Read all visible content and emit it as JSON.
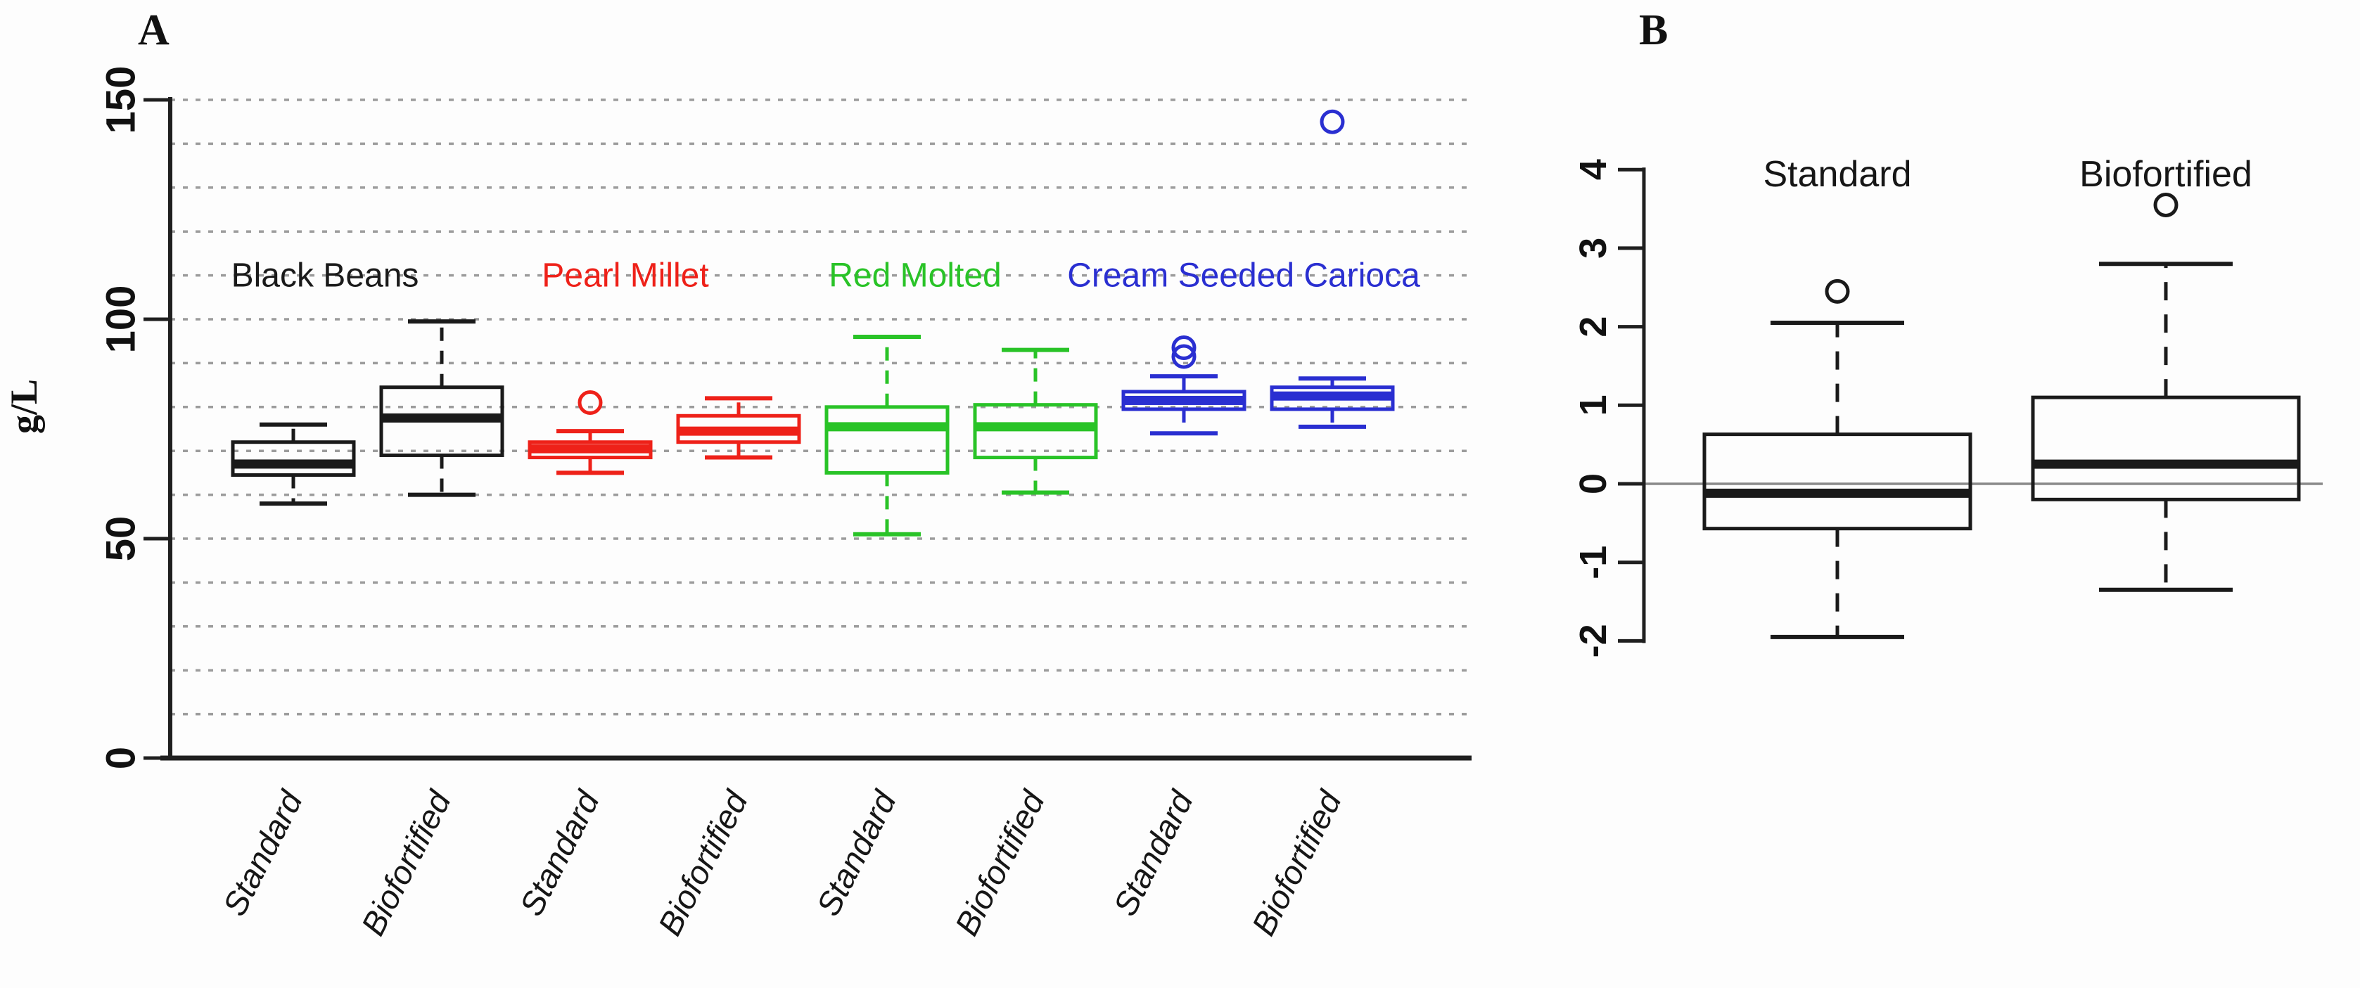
{
  "figure": {
    "background": "#fdfdfd",
    "grid_color": "#9c9c9c",
    "axis_color": "#1f1f1f",
    "zero_line_color": "#8a8a8a"
  },
  "chart_data": [
    {
      "type": "boxplot",
      "panel_label": "A",
      "ylabel": "g/L",
      "ylim": [
        0,
        150
      ],
      "yticks": [
        0,
        50,
        100,
        150
      ],
      "grid": {
        "style": "dotted",
        "min": 10,
        "max": 150,
        "step": 10,
        "on": true
      },
      "legend_position": "none",
      "groups": [
        {
          "name": "Black Beans",
          "color": "#1a1a1a"
        },
        {
          "name": "Pearl Millet",
          "color": "#ee2119"
        },
        {
          "name": "Red Molted",
          "color": "#29c327"
        },
        {
          "name": "Cream Seeded Carioca",
          "color": "#2a2fd1"
        }
      ],
      "boxes": [
        {
          "group": "Black Beans",
          "label": "Standard",
          "color": "#1a1a1a",
          "whisker_low": 58,
          "q1": 64.5,
          "median": 67,
          "q3": 72,
          "whisker_high": 76,
          "outliers": []
        },
        {
          "group": "Black Beans",
          "label": "Biofortified",
          "color": "#1a1a1a",
          "whisker_low": 60,
          "q1": 69,
          "median": 77.5,
          "q3": 84.5,
          "whisker_high": 99.5,
          "outliers": []
        },
        {
          "group": "Pearl Millet",
          "label": "Standard",
          "color": "#ee2119",
          "whisker_low": 65,
          "q1": 68.5,
          "median": 70.5,
          "q3": 72,
          "whisker_high": 74.5,
          "outliers": [
            81
          ]
        },
        {
          "group": "Pearl Millet",
          "label": "Biofortified",
          "color": "#ee2119",
          "whisker_low": 68.5,
          "q1": 72,
          "median": 74.5,
          "q3": 78,
          "whisker_high": 82,
          "outliers": []
        },
        {
          "group": "Red Molted",
          "label": "Standard",
          "color": "#29c327",
          "whisker_low": 51,
          "q1": 65,
          "median": 75.5,
          "q3": 80,
          "whisker_high": 96,
          "outliers": []
        },
        {
          "group": "Red Molted",
          "label": "Biofortified",
          "color": "#29c327",
          "whisker_low": 60.5,
          "q1": 68.5,
          "median": 75.5,
          "q3": 80.5,
          "whisker_high": 93,
          "outliers": []
        },
        {
          "group": "Cream Seeded Carioca",
          "label": "Standard",
          "color": "#2a2fd1",
          "whisker_low": 74,
          "q1": 79.5,
          "median": 81.5,
          "q3": 83.5,
          "whisker_high": 87,
          "outliers": [
            91.5,
            93.5
          ]
        },
        {
          "group": "Cream Seeded Carioca",
          "label": "Biofortified",
          "color": "#2a2fd1",
          "whisker_low": 75.5,
          "q1": 79.5,
          "median": 82.5,
          "q3": 84.5,
          "whisker_high": 86.5,
          "outliers": [
            145
          ]
        }
      ]
    },
    {
      "type": "boxplot",
      "panel_label": "B",
      "ylabel": "",
      "ylim": [
        -2,
        4
      ],
      "yticks": [
        -2,
        -1,
        0,
        1,
        2,
        3,
        4
      ],
      "grid": {
        "on": false
      },
      "zero_line": true,
      "boxes": [
        {
          "label": "Standard",
          "color": "#1a1a1a",
          "whisker_low": -1.95,
          "q1": -0.57,
          "median": -0.12,
          "q3": 0.63,
          "whisker_high": 2.05,
          "outliers": [
            2.45
          ]
        },
        {
          "label": "Biofortified",
          "color": "#1a1a1a",
          "whisker_low": -1.35,
          "q1": -0.2,
          "median": 0.25,
          "q3": 1.1,
          "whisker_high": 2.8,
          "outliers": [
            3.55
          ]
        }
      ]
    }
  ]
}
